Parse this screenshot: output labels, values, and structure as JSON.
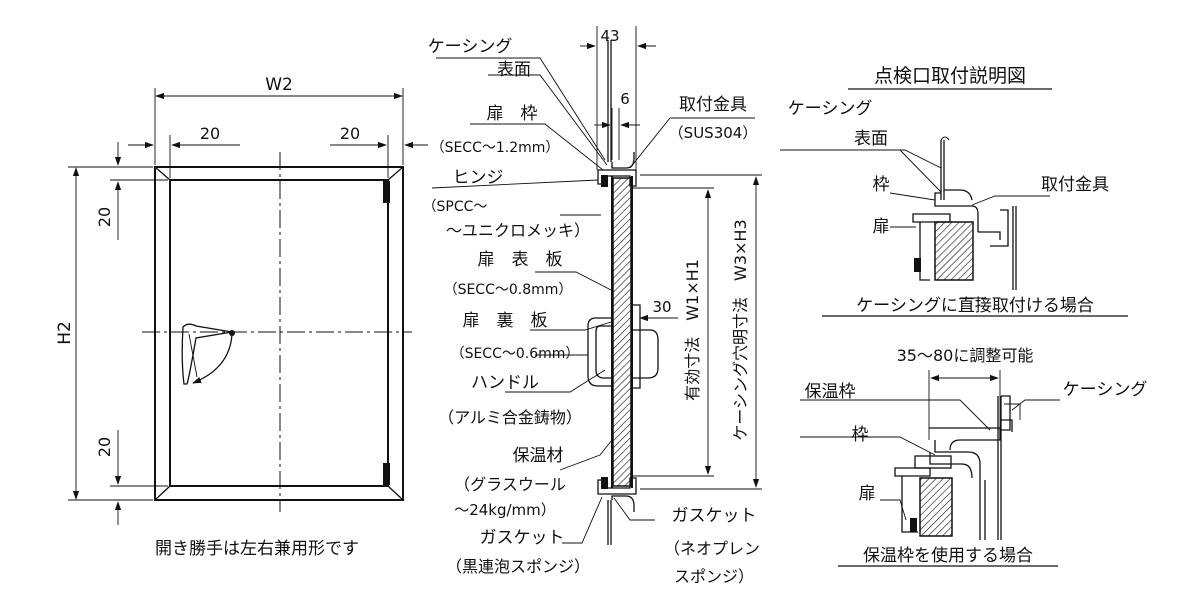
{
  "front_view": {
    "width_label": "W2",
    "height_label": "H2",
    "margin_left": "20",
    "margin_right": "20",
    "margin_top": "20",
    "margin_bottom": "20",
    "note": "開き勝手は左右兼用形です"
  },
  "section_view": {
    "dim_total": "43",
    "dim_lip": "6",
    "dim_handle": "30",
    "dim_effective": "有効寸法　W1×H1",
    "dim_opening": "ケーシング穴明寸法　W3×H3",
    "labels": {
      "casing": "ケーシング",
      "surface": "表面",
      "door_frame": "扉　枠",
      "door_frame_spec": "（SECC～1.2mm）",
      "hinge": "ヒンジ",
      "hinge_spec1": "（SPCC～",
      "hinge_spec2": "～ユニクロメッキ）",
      "door_front": "扉　表　板",
      "door_front_spec": "（SECC～0.8mm）",
      "door_back": "扉　裏　板",
      "door_back_spec": "（SECC～0.6mm）",
      "handle": "ハンドル",
      "handle_spec": "（アルミ合金鋳物）",
      "insulation": "保温材",
      "insulation_spec1": "（グラスウール",
      "insulation_spec2": "～24kg/mm）",
      "gasket1": "ガスケット",
      "gasket1_spec": "（黒連泡スポンジ）",
      "fitting": "取付金具",
      "fitting_spec": "（SUS304）",
      "gasket2": "ガスケット",
      "gasket2_spec1": "（ネオプレン",
      "gasket2_spec2": "スポンジ）"
    }
  },
  "install_guide": {
    "title": "点検口取付説明図",
    "case1": {
      "casing": "ケーシング",
      "surface": "表面",
      "frame": "枠",
      "fitting": "取付金具",
      "door": "扉",
      "caption": "ケーシングに直接取付ける場合"
    },
    "case2": {
      "adjust": "35～80に調整可能",
      "insul_frame": "保温枠",
      "casing": "ケーシング",
      "frame": "枠",
      "door": "扉",
      "caption": "保温枠を使用する場合"
    }
  }
}
